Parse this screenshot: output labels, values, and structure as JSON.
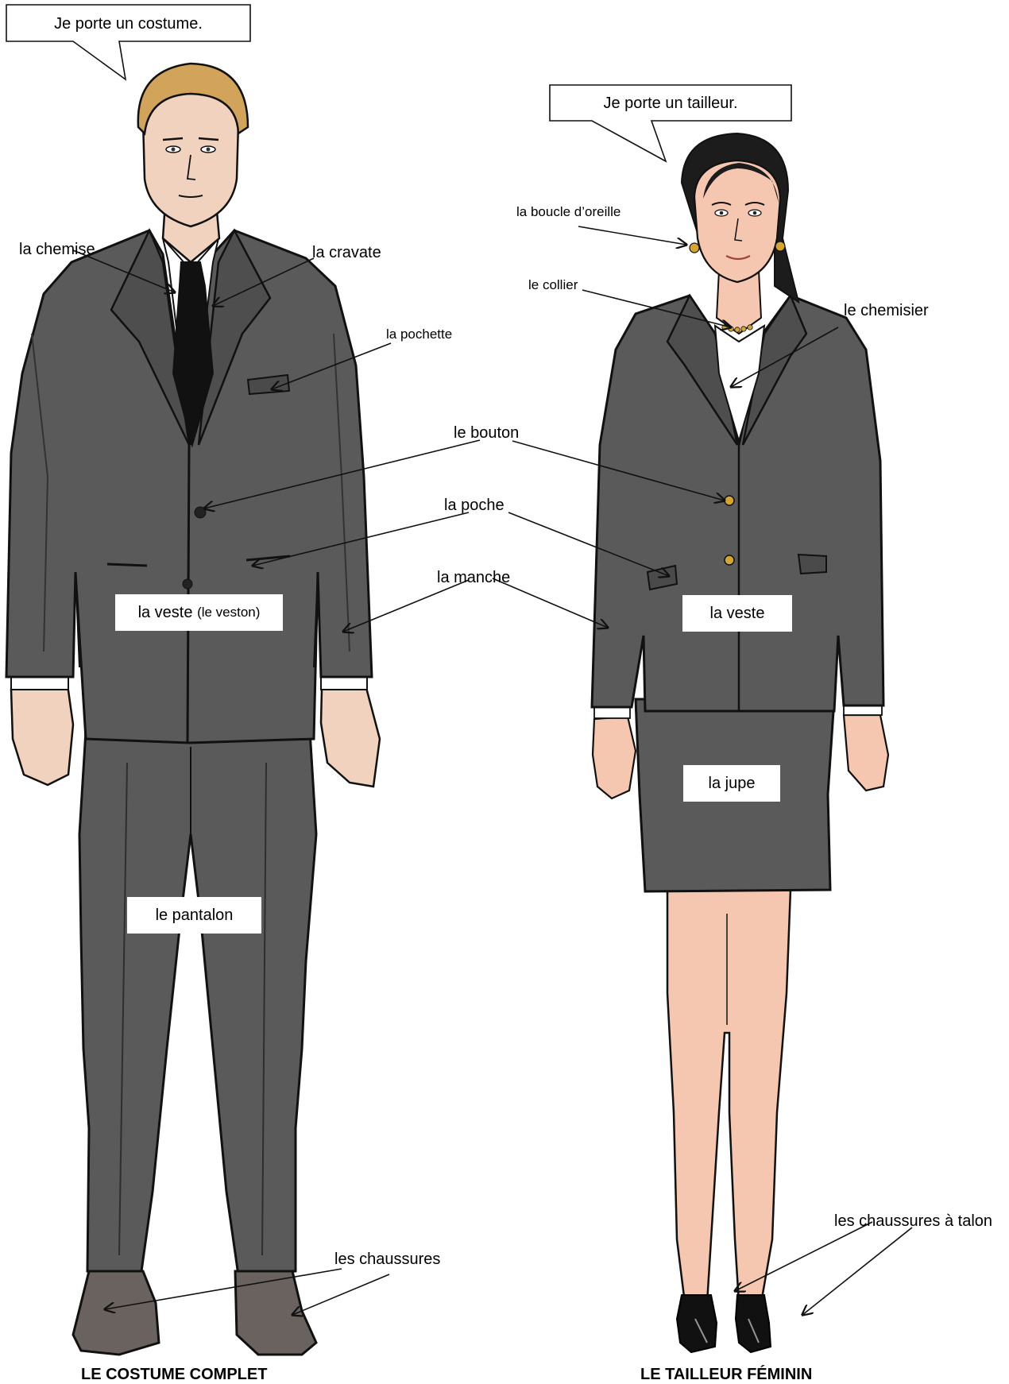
{
  "man": {
    "speech": "Je porte un costume.",
    "labels": {
      "chemise": "la chemise",
      "cravate": "la cravate",
      "pochette": "la pochette",
      "chaussures": "les chaussures"
    },
    "boxes": {
      "veste": "la veste",
      "veste_alt": "(le veston)",
      "pantalon": "le pantalon"
    },
    "caption": "LE COSTUME COMPLET"
  },
  "shared_labels": {
    "bouton": "le bouton",
    "poche": "la poche",
    "manche": "la manche"
  },
  "woman": {
    "speech": "Je porte un tailleur.",
    "labels": {
      "boucle": "la boucle d’oreille",
      "collier": "le collier",
      "chemisier": "le chemisier",
      "chaussures_talon": "les chaussures à talon"
    },
    "boxes": {
      "veste": "la veste",
      "jupe": "la jupe"
    },
    "caption": "LE TAILLEUR FÉMININ"
  },
  "colors": {
    "suit": "#5a5a5a",
    "suit_shadow": "#3c3c3c",
    "outline": "#111111",
    "skin_man": "#f0d2bf",
    "skin_woman": "#f6c7b0",
    "hair_man": "#d2a35a",
    "hair_woman": "#1c1c1c",
    "shoe_man": "#6a625e",
    "shoe_woman": "#111111",
    "gold": "#d4a437"
  }
}
